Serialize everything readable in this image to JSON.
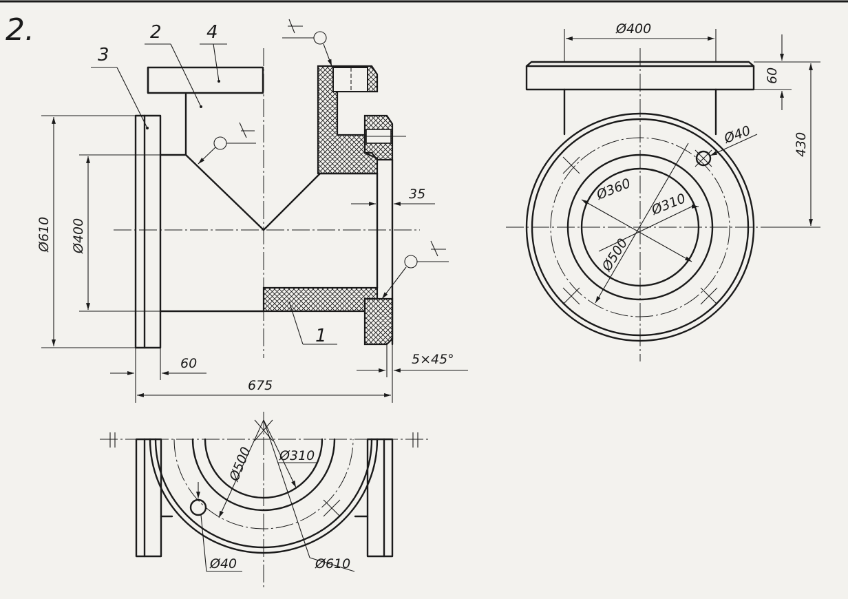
{
  "exercise_number": "2.",
  "part_numbers": {
    "p1": "1",
    "p2": "2",
    "p3": "3",
    "p4": "4"
  },
  "front_view": {
    "dia_flange": "Ø610",
    "dia_bore": "Ø400",
    "flange_thickness": "60",
    "overall_length": "675",
    "recess_width": "35",
    "chamfer": "5×45°"
  },
  "side_view": {
    "top_width": "Ø400",
    "top_flange": "60",
    "height": "430",
    "hole": "Ø40",
    "pcd": "Ø360",
    "bore": "Ø310",
    "outer": "Ø500"
  },
  "top_view": {
    "outer": "Ø500",
    "bore": "Ø310",
    "hole": "Ø40",
    "flange": "Ø610"
  },
  "colors": {
    "ink": "#1a1a1a",
    "paper": "#f3f2ee"
  }
}
